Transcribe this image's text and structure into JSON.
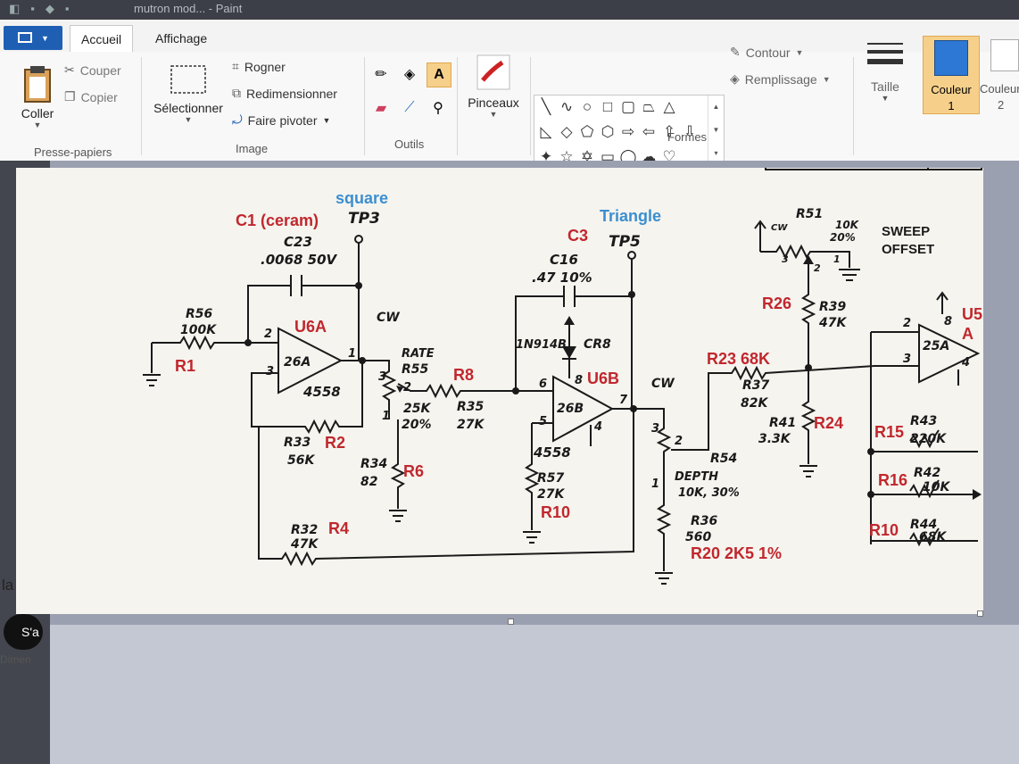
{
  "window": {
    "title": "mutron mod... - Paint"
  },
  "ribbon": {
    "tabs": [
      "Accueil",
      "Affichage"
    ],
    "clipboard": {
      "paste": "Coller",
      "cut": "Couper",
      "copy": "Copier",
      "label": "Presse-papiers"
    },
    "image": {
      "select": "Sélectionner",
      "crop": "Rogner",
      "resize": "Redimensionner",
      "rotate": "Faire pivoter",
      "label": "Image"
    },
    "tools": {
      "label": "Outils"
    },
    "brushes": {
      "label": "Pinceaux"
    },
    "shapes": {
      "outline": "Contour",
      "fill": "Remplissage",
      "label": "Formes"
    },
    "size": {
      "label": "Taille"
    },
    "colors": {
      "color1": "Couleur",
      "color1_num": "1",
      "color2": "Couleur",
      "color2_num": "2",
      "color1_value": "#2c78d4",
      "color2_value": "#ffffff"
    }
  },
  "background_window": {
    "text1": "la b",
    "button": "S'a",
    "text2": "Dimen"
  },
  "schematic": {
    "blue_labels": {
      "square": "square",
      "triangle": "Triangle"
    },
    "red_labels": {
      "c1": "C1 (ceram)",
      "c3": "C3",
      "u6a": "U6A",
      "u6b": "U6B",
      "u5": "U5",
      "u5a": "A",
      "r1": "R1",
      "r2": "R2",
      "r4": "R4",
      "r6": "R6",
      "r8": "R8",
      "r10": "R10",
      "r23": "R23 68K",
      "r26": "R26",
      "r24": "R24",
      "r15": "R15",
      "r16": "R16",
      "r10b": "R10",
      "r20": "R20 2K5 1%"
    },
    "hand_labels": {
      "tp3": "TP3",
      "tp5": "TP5",
      "c23": "C23",
      "c23_val": ".0068 50V",
      "c16": "C16",
      "c16_val": ".47 10%",
      "r56": "R56",
      "r56_val": "100K",
      "op_a": "26A",
      "op_a_part": "4558",
      "cw1": "CW",
      "rate": "RATE",
      "r55": "R55",
      "r55_val": "25K",
      "r55_tol": "20%",
      "r35": "R35",
      "r35_val": "27K",
      "r33": "R33",
      "r33_val": "56K",
      "r34": "R34",
      "r34_val": "82",
      "r32": "R32",
      "r32_val": "47K",
      "diode": "1N914B",
      "cr8": "CR8",
      "op_b": "26B",
      "op_b_part": "4558",
      "r57": "R57",
      "r57_val": "27K",
      "cw2": "CW",
      "r54": "R54",
      "depth": "DEPTH",
      "depth_val": "10K, 30%",
      "r36": "R36",
      "r36_val": "560",
      "r37": "R37",
      "r37_val": "82K",
      "r41": "R41",
      "r41_val": "3.3K",
      "r39": "R39",
      "r39_val": "47K",
      "r51": "R51",
      "r51_val": "10K",
      "r51_tol": "20%",
      "cw3": "CW",
      "sweep": "SWEEP",
      "offset": "OFFSET",
      "op_c": "25A",
      "r43": "R43",
      "r43_val": "220K",
      "r42": "R42",
      "r42_val": "10K",
      "r44": "R44",
      "r44_val": "68K"
    },
    "pins": [
      "2",
      "3",
      "1",
      "3",
      "2",
      "1",
      "6",
      "5",
      "7",
      "8",
      "4",
      "3",
      "2",
      "1",
      "2",
      "3",
      "8",
      "4",
      "3",
      "2",
      "1"
    ]
  }
}
